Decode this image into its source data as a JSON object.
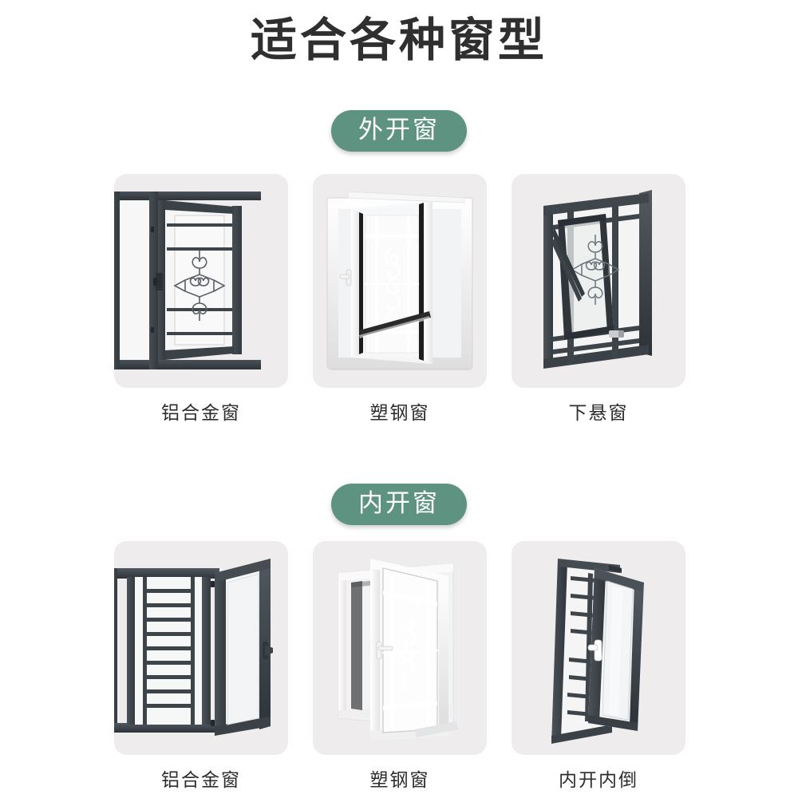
{
  "page": {
    "title": "适合各种窗型",
    "background": "#ffffff",
    "title_color": "#2f2f2f"
  },
  "theme": {
    "badge_bg": "#5e9382",
    "badge_text": "#ffffff",
    "tile_bg": "#eeecec",
    "caption_color": "#2d2d2d",
    "frame_dark": "#3c4349",
    "frame_dark_shadow": "#2a2f34",
    "frame_white": "#fafafa",
    "frame_white_shade": "#e3e3e3",
    "glass": "#f4f5f6"
  },
  "sections": [
    {
      "badge": "外开窗",
      "badge_name": "outward-opening-window",
      "items": [
        {
          "caption": "铝合金窗",
          "art": "aluminium-outward-casement",
          "frame": "dark",
          "grille": "heart"
        },
        {
          "caption": "塑钢窗",
          "art": "upvc-outward-casement",
          "frame": "white",
          "grille": "scroll"
        },
        {
          "caption": "下悬窗",
          "art": "bottom-hung-awning",
          "frame": "dark",
          "grille": "heart"
        }
      ]
    },
    {
      "badge": "内开窗",
      "badge_name": "inward-opening-window",
      "items": [
        {
          "caption": "铝合金窗",
          "art": "aluminium-inward-casement",
          "frame": "dark",
          "grille": "ladder"
        },
        {
          "caption": "塑钢窗",
          "art": "upvc-inward-casement",
          "frame": "white",
          "grille": "scroll"
        },
        {
          "caption": "内开内倒",
          "art": "tilt-and-turn",
          "frame": "dark",
          "grille": "ladder"
        }
      ]
    }
  ]
}
